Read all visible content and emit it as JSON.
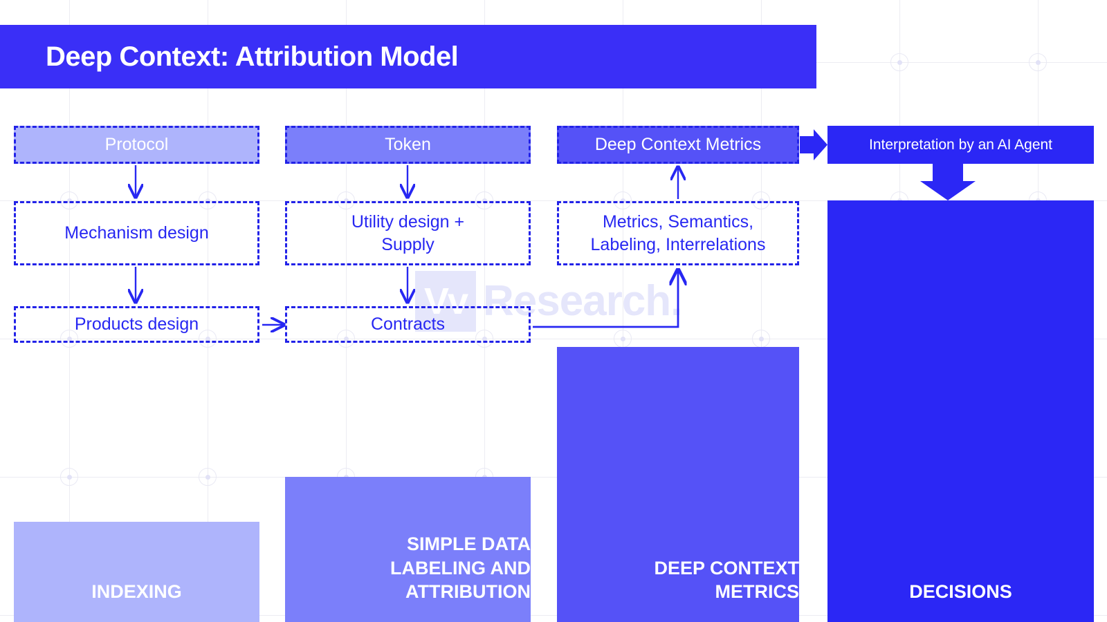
{
  "header": {
    "title": "Deep Context: Attribution Model",
    "bg": "#3a2ff7",
    "text_color": "#ffffff"
  },
  "watermark": {
    "mark": "Vv",
    "text": "Research.",
    "color": "#e5e6fb"
  },
  "palette": {
    "lightest": "#aeb4fc",
    "light": "#7b7ffa",
    "mid": "#5552f7",
    "dark": "#2b27f5",
    "line": "#2222e8",
    "body_text": "#2727f2",
    "grid": "#ececf2"
  },
  "columns": [
    {
      "id": "indexing",
      "head": {
        "label": "Protocol",
        "fill": "#aeb4fc",
        "dashed": true
      },
      "boxes": [
        {
          "label": "Mechanism design"
        },
        {
          "label": "Products design"
        }
      ],
      "bar": {
        "label": "INDEXING",
        "fill": "#aeb4fc"
      }
    },
    {
      "id": "labeling",
      "head": {
        "label": "Token",
        "fill": "#7b7ffa",
        "dashed": true
      },
      "boxes": [
        {
          "label": "Utility design + Supply",
          "line1": "Utility design +",
          "line2": "Supply"
        },
        {
          "label": "Contracts"
        }
      ],
      "bar": {
        "label": "SIMPLE DATA LABELING AND ATTRIBUTION",
        "line1": "SIMPLE DATA",
        "line2": "LABELING AND",
        "line3": "ATTRIBUTION",
        "fill": "#7b7ffa"
      }
    },
    {
      "id": "metrics",
      "head": {
        "label": "Deep Context Metrics",
        "fill": "#5552f7",
        "dashed": true
      },
      "boxes": [
        {
          "label": "Metrics, Semantics, Labeling, Interrelations",
          "line1": "Metrics, Semantics,",
          "line2": "Labeling, Interrelations"
        }
      ],
      "bar": {
        "label": "DEEP CONTEXT METRICS",
        "line1": "DEEP CONTEXT",
        "line2": "METRICS",
        "fill": "#5552f7"
      }
    },
    {
      "id": "decisions",
      "head": {
        "label": "Interpretation by an AI Agent",
        "fill": "#2b27f5",
        "dashed": false
      },
      "boxes": [],
      "bar": {
        "label": "DECISIONS",
        "fill": "#2b27f5"
      }
    }
  ],
  "connectors": [
    {
      "name": "protocol-to-mechanism",
      "type": "thin-arrow-down"
    },
    {
      "name": "mechanism-to-products",
      "type": "thin-arrow-down"
    },
    {
      "name": "token-to-utility",
      "type": "thin-arrow-down"
    },
    {
      "name": "utility-to-contracts",
      "type": "thin-arrow-down"
    },
    {
      "name": "products-to-contracts",
      "type": "thin-arrow-right"
    },
    {
      "name": "contracts-to-metrics-semantics",
      "type": "elbow-arrow-up"
    },
    {
      "name": "metrics-semantics-to-deep-context-metrics",
      "type": "thin-arrow-up"
    },
    {
      "name": "deep-context-metrics-to-interpretation",
      "type": "block-arrow-right"
    },
    {
      "name": "interpretation-to-decisions",
      "type": "block-arrow-down"
    }
  ]
}
